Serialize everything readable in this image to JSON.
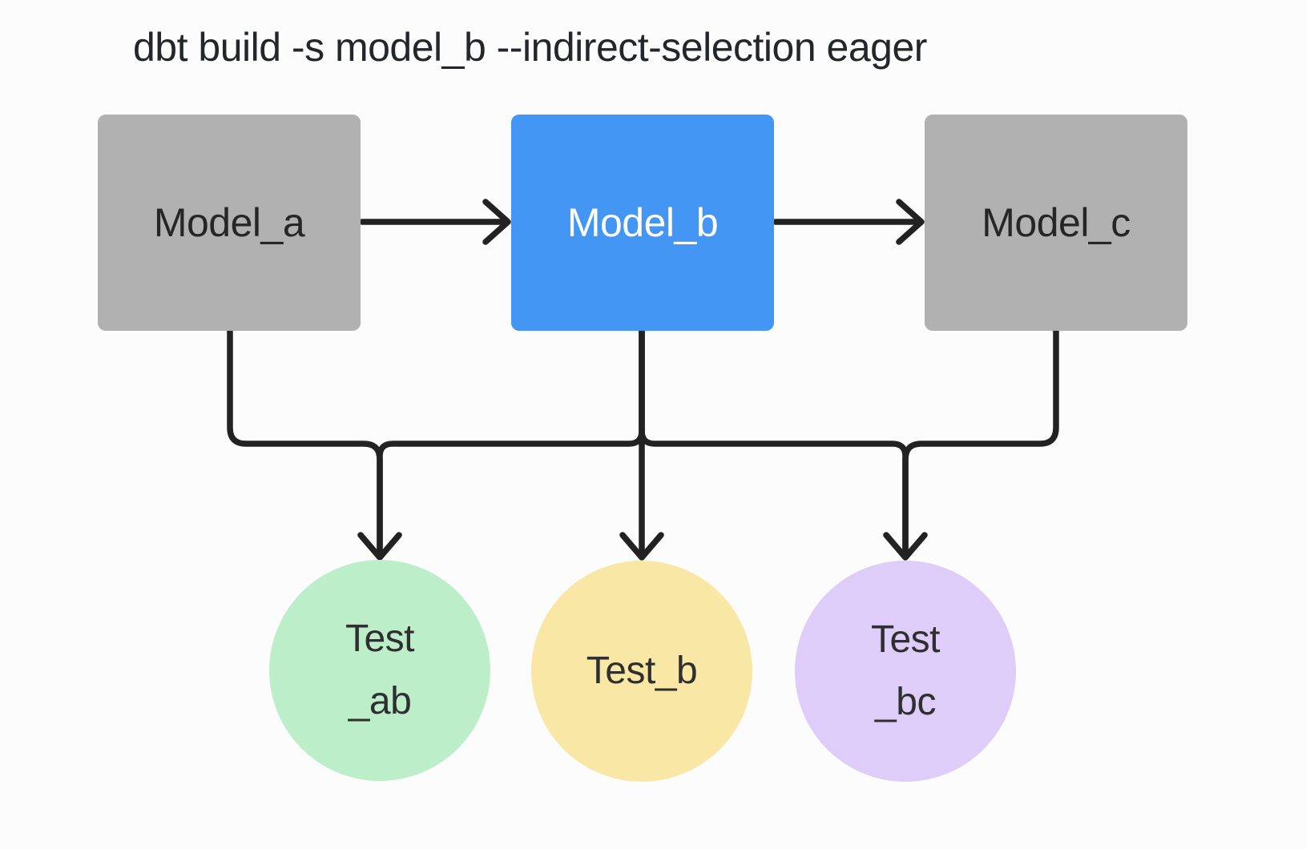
{
  "title": "dbt build -s model_b --indirect-selection eager",
  "colors": {
    "background": "#FCFCFD",
    "edge": "#222222",
    "title_text": "#23262B",
    "model_default_fill": "#B1B1B1",
    "model_selected_fill": "#4496F5"
  },
  "nodes": {
    "models": [
      {
        "id": "model_a",
        "label": "Model_a",
        "fill": "#B1B1B1",
        "text_color": "#262626",
        "selected": false
      },
      {
        "id": "model_b",
        "label": "Model_b",
        "fill": "#4496F5",
        "text_color": "#FFFFFF",
        "selected": true
      },
      {
        "id": "model_c",
        "label": "Model_c",
        "fill": "#B1B1B1",
        "text_color": "#262626",
        "selected": false
      }
    ],
    "tests": [
      {
        "id": "test_ab",
        "label_line1": "Test",
        "label_line2": "_ab",
        "fill": "#BCEFC9"
      },
      {
        "id": "test_b",
        "label_line1": "Test_b",
        "label_line2": "",
        "fill": "#F9E7A6"
      },
      {
        "id": "test_bc",
        "label_line1": "Test",
        "label_line2": "_bc",
        "fill": "#DDCDF8"
      }
    ]
  },
  "edges": [
    "model_a -> model_b",
    "model_b -> model_c",
    "model_a -> test_ab",
    "model_b -> test_ab",
    "model_b -> test_b",
    "model_b -> test_bc",
    "model_c -> test_bc"
  ]
}
